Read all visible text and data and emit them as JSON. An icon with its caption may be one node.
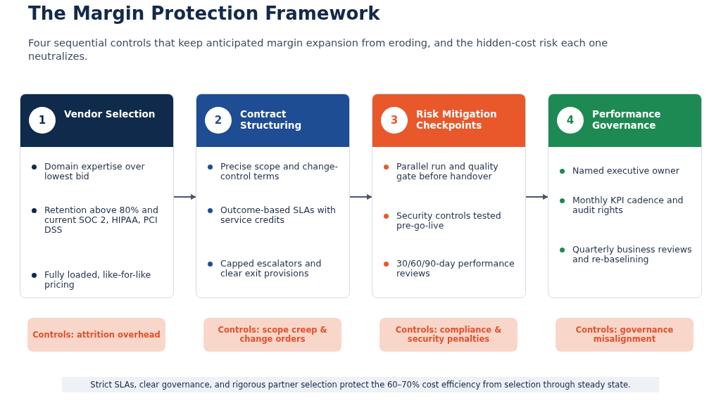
{
  "diagram": {
    "title": "The Margin Protection Framework",
    "caption": "Strict SLAs, clear governance, and rigorous partner selection protect the 60–70% cost efficiency from selection through steady state.",
    "nodes": [
      {
        "text": [
          "Vendor Selection",
          "Domain expertise over lowest bid",
          "Retention above 80% and current SOC 2, HIPAA, PCI DSS",
          "Fully loaded, like-for-like pricing"
        ]
      },
      {
        "text": [
          "1"
        ],
        "in": 0
      },
      {
        "text": [
          "Contract Structuring",
          "Precise scope and change-control terms",
          "Outcome-based SLAs with service credits",
          "Capped escalators and clear exit provisions"
        ]
      },
      {
        "text": [
          "2"
        ],
        "in": 2
      },
      {
        "text": [
          "Risk Mitigation Checkpoints",
          "Parallel run and quality gate before handover",
          "Security controls tested pre-go-live",
          "30/60/90-day performance reviews"
        ]
      },
      {
        "text": [
          "3"
        ],
        "in": 4
      },
      {
        "text": [
          "Performance Governance",
          "Named executive owner",
          "Monthly KPI cadence and audit rights",
          "Quarterly business reviews and re-baselining"
        ]
      },
      {
        "text": [
          "4"
        ],
        "in": 6
      },
      {
        "text": [
          "Controls: attrition overhead"
        ]
      },
      {
        "text": [
          "Controls: scope creep & change orders"
        ]
      },
      {
        "text": [
          "Controls: compliance & security penalties"
        ]
      },
      {
        "text": [
          "Controls: governance misalignment"
        ]
      }
    ],
    "edges": [
      {
        "from": 0,
        "to": 2,
        "arrow": "to"
      },
      {
        "from": 2,
        "to": 4,
        "arrow": "to"
      },
      {
        "from": 4,
        "to": 6,
        "arrow": "to"
      }
    ],
    "labels": [
      "Four sequential controls that keep anticipated margin expansion from eroding, and the hidden-cost risk each one neutralizes."
    ]
  }
}
